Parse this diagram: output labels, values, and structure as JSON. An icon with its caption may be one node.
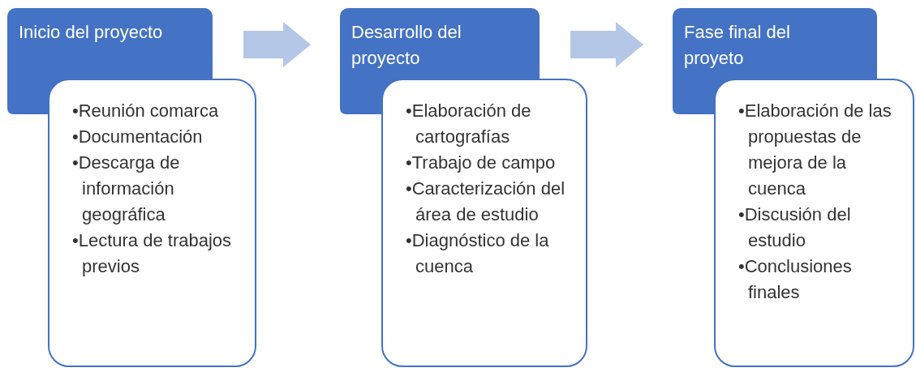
{
  "diagram": {
    "nodes": [
      {
        "text": [
          "Inicio del proyecto"
        ]
      },
      {
        "text": [
          "•Reunión comarca",
          "•Documentación",
          "•Descarga de información geográfica",
          "•Lectura de trabajos previos"
        ]
      },
      {
        "text": [
          "Desarrollo del proyecto"
        ]
      },
      {
        "text": [
          "•Elaboración de cartografías",
          "•Trabajo de campo",
          "•Caracterización del área de estudio",
          "•Diagnóstico de la cuenca"
        ]
      },
      {
        "text": [
          "Fase final del proyeto"
        ]
      },
      {
        "text": [
          "•Elaboración de las propuestas de mejora de la cuenca",
          "•Discusión del estudio",
          "•Conclusiones finales"
        ]
      }
    ],
    "edges": [
      {
        "from": 0,
        "to": 2,
        "arrow": "to"
      },
      {
        "from": 2,
        "to": 4,
        "arrow": "to"
      }
    ]
  }
}
